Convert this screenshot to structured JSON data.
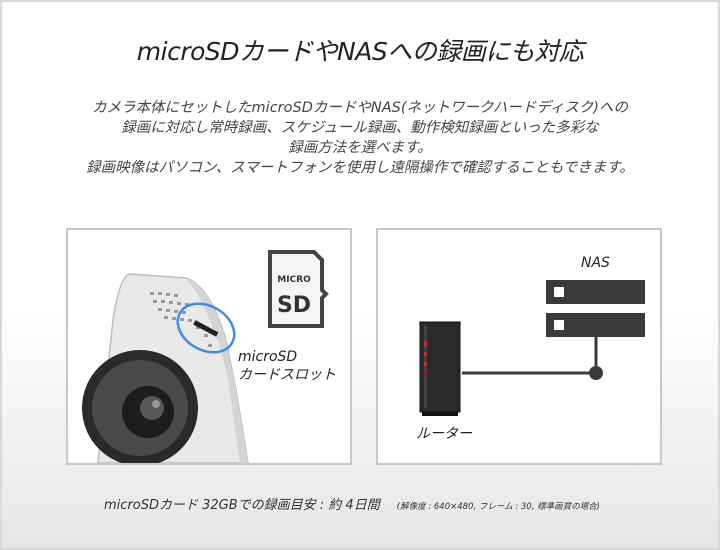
{
  "title": "microSDカードやNASへの録画にも対応",
  "description": [
    "カメラ本体にセットしたmicroSDカードやNAS(ネットワークハードディスク)への",
    "録画に対応し常時録画、スケジュール録画、動作検知録画といった多彩な",
    "録画方法を選べます。",
    "録画映像はパソコン、スマートフォンを使用し遠隔操作で確認することもできます。"
  ],
  "left_panel": {
    "logo_top": "MICRO",
    "logo_bottom": "SD",
    "slot_label_line1": "microSD",
    "slot_label_line2": "カードスロット"
  },
  "right_panel": {
    "nas_label": "NAS",
    "router_label": "ルーター"
  },
  "footer": {
    "main": "microSDカード 32GBでの録画目安 : 約 4日間",
    "note": "(解像度 : 640×480, フレーム : 30, 標準画質の場合)"
  },
  "colors": {
    "highlight_circle": "#3a8ee6",
    "router_led": "#d9262b",
    "dark": "#3a3a3a"
  }
}
